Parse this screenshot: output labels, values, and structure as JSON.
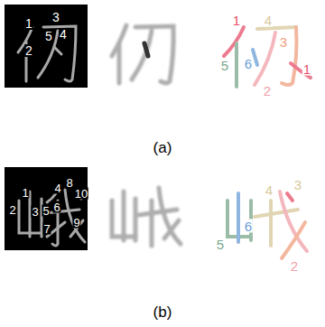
{
  "diagram": {
    "labels": [
      "1",
      "3",
      "5",
      "4",
      "2",
      "1",
      "4",
      "3",
      "5",
      "6",
      "1",
      "2",
      "(a)",
      "1",
      "2",
      "3",
      "5",
      "6",
      "4",
      "8",
      "10",
      "7",
      "9",
      "4",
      "3",
      "5",
      "6",
      "2",
      "(b)"
    ]
  }
}
